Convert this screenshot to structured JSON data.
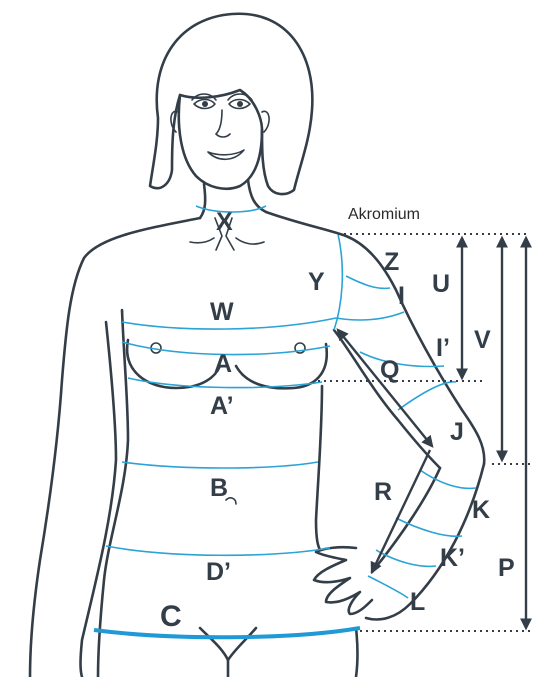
{
  "diagram": {
    "reference_label": "Akromium",
    "labels": {
      "X": "X",
      "Y": "Y",
      "Z": "Z",
      "W": "W",
      "I": "I",
      "I2": "I’",
      "A": "A",
      "A2": "A’",
      "Q": "Q",
      "J": "J",
      "B": "B",
      "R": "R",
      "K": "K",
      "K2": "K’",
      "D2": "D’",
      "L": "L",
      "C": "C",
      "U": "U",
      "V": "V",
      "P": "P"
    },
    "colors": {
      "outline": "#333e48",
      "measure_line": "#2aa3d6",
      "hip_line": "#1f9ad6"
    }
  }
}
